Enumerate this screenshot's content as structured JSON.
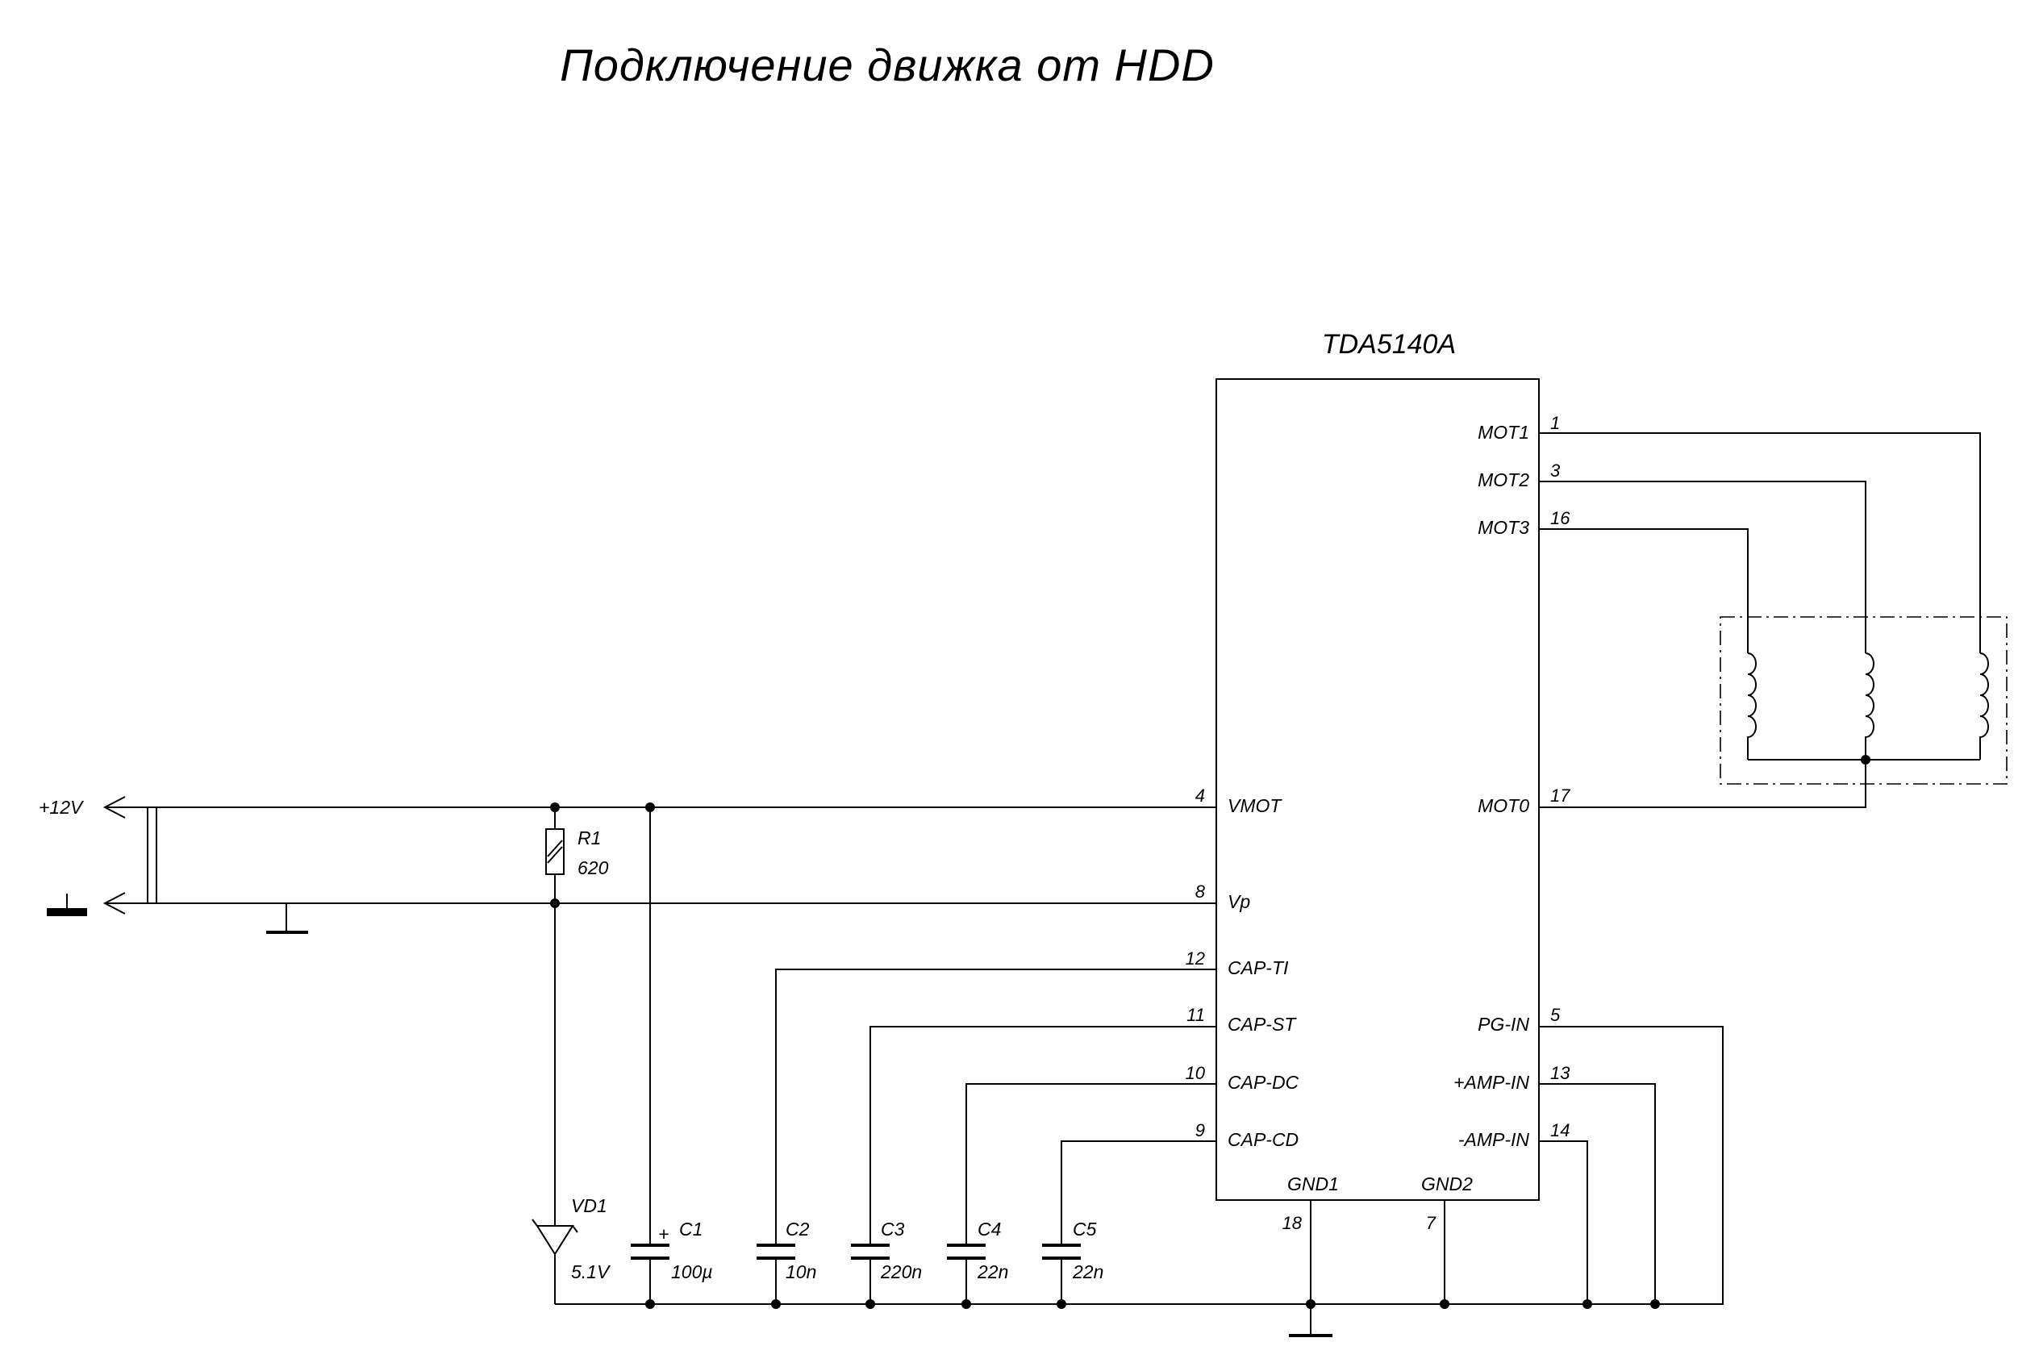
{
  "title": "Подключение движка от HDD",
  "chip": {
    "name": "TDA5140A",
    "left_pins": [
      {
        "number": "4",
        "label": "VMOT"
      },
      {
        "number": "8",
        "label": "Vp"
      },
      {
        "number": "12",
        "label": "CAP-TI"
      },
      {
        "number": "11",
        "label": "CAP-ST"
      },
      {
        "number": "10",
        "label": "CAP-DC"
      },
      {
        "number": "9",
        "label": "CAP-CD"
      }
    ],
    "right_pins": [
      {
        "number": "1",
        "label": "MOT1"
      },
      {
        "number": "3",
        "label": "MOT2"
      },
      {
        "number": "16",
        "label": "MOT3"
      },
      {
        "number": "17",
        "label": "MOT0"
      },
      {
        "number": "5",
        "label": "PG-IN"
      },
      {
        "number": "13",
        "label": "+AMP-IN"
      },
      {
        "number": "14",
        "label": "-AMP-IN"
      }
    ],
    "bottom_pins": [
      {
        "number": "18",
        "label": "GND1"
      },
      {
        "number": "7",
        "label": "GND2"
      }
    ]
  },
  "power": {
    "supply_label": "+12V"
  },
  "components": {
    "R1": {
      "ref": "R1",
      "value": "620"
    },
    "VD1": {
      "ref": "VD1",
      "value": "5.1V"
    },
    "C1": {
      "ref": "C1",
      "value": "100µ",
      "polarity": "+"
    },
    "C2": {
      "ref": "C2",
      "value": "10n"
    },
    "C3": {
      "ref": "C3",
      "value": "220n"
    },
    "C4": {
      "ref": "C4",
      "value": "22n"
    },
    "C5": {
      "ref": "C5",
      "value": "22n"
    }
  }
}
